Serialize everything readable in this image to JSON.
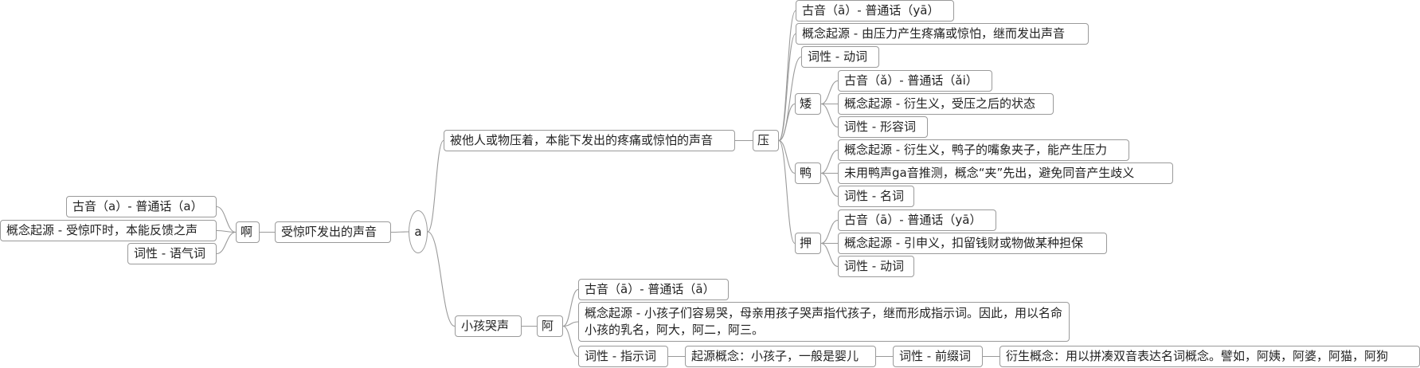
{
  "root": "a",
  "left": {
    "branch": "受惊吓发出的声音",
    "char": "啊",
    "leaves": [
      "古音（a）- 普通话（a）",
      "概念起源 - 受惊吓时，本能反馈之声",
      "词性 - 语气词"
    ]
  },
  "upper": {
    "branch": "被他人或物压着，本能下发出的疼痛或惊怕的声音",
    "char": "压",
    "leaves": [
      "古音（ā）- 普通话（yā）",
      "概念起源 - 由压力产生疼痛或惊怕，继而发出声音",
      "词性 - 动词"
    ],
    "derived": [
      {
        "char": "矮",
        "leaves": [
          "古音（ǎ）- 普通话（ǎi）",
          "概念起源 - 衍生义，受压之后的状态",
          "词性 - 形容词"
        ]
      },
      {
        "char": "鸭",
        "leaves": [
          "概念起源 - 衍生义，鸭子的嘴象夹子，能产生压力",
          "未用鸭声ga音推测，概念“夹”先出，避免同音产生歧义",
          "词性 - 名词"
        ]
      },
      {
        "char": "押",
        "leaves": [
          "古音（ā）- 普通话（yā）",
          "概念起源 - 引申义，扣留钱财或物做某种担保",
          "词性 - 动词"
        ]
      }
    ]
  },
  "lower": {
    "branch": "小孩哭声",
    "char": "阿",
    "leaves": [
      "古音（ā）- 普通话（ā）",
      "概念起源 - 小孩子们容易哭，母亲用孩子哭声指代孩子，继而形成指示词。因此，用以名命小孩的乳名，阿大，阿二，阿三。",
      "词性 - 指示词"
    ],
    "chain": [
      "起源概念：小孩子，一般是婴儿",
      "词性 - 前缀词",
      "衍生概念：用以拼凑双音表达名词概念。譬如，阿姨，阿婆，阿猫，阿狗"
    ]
  }
}
